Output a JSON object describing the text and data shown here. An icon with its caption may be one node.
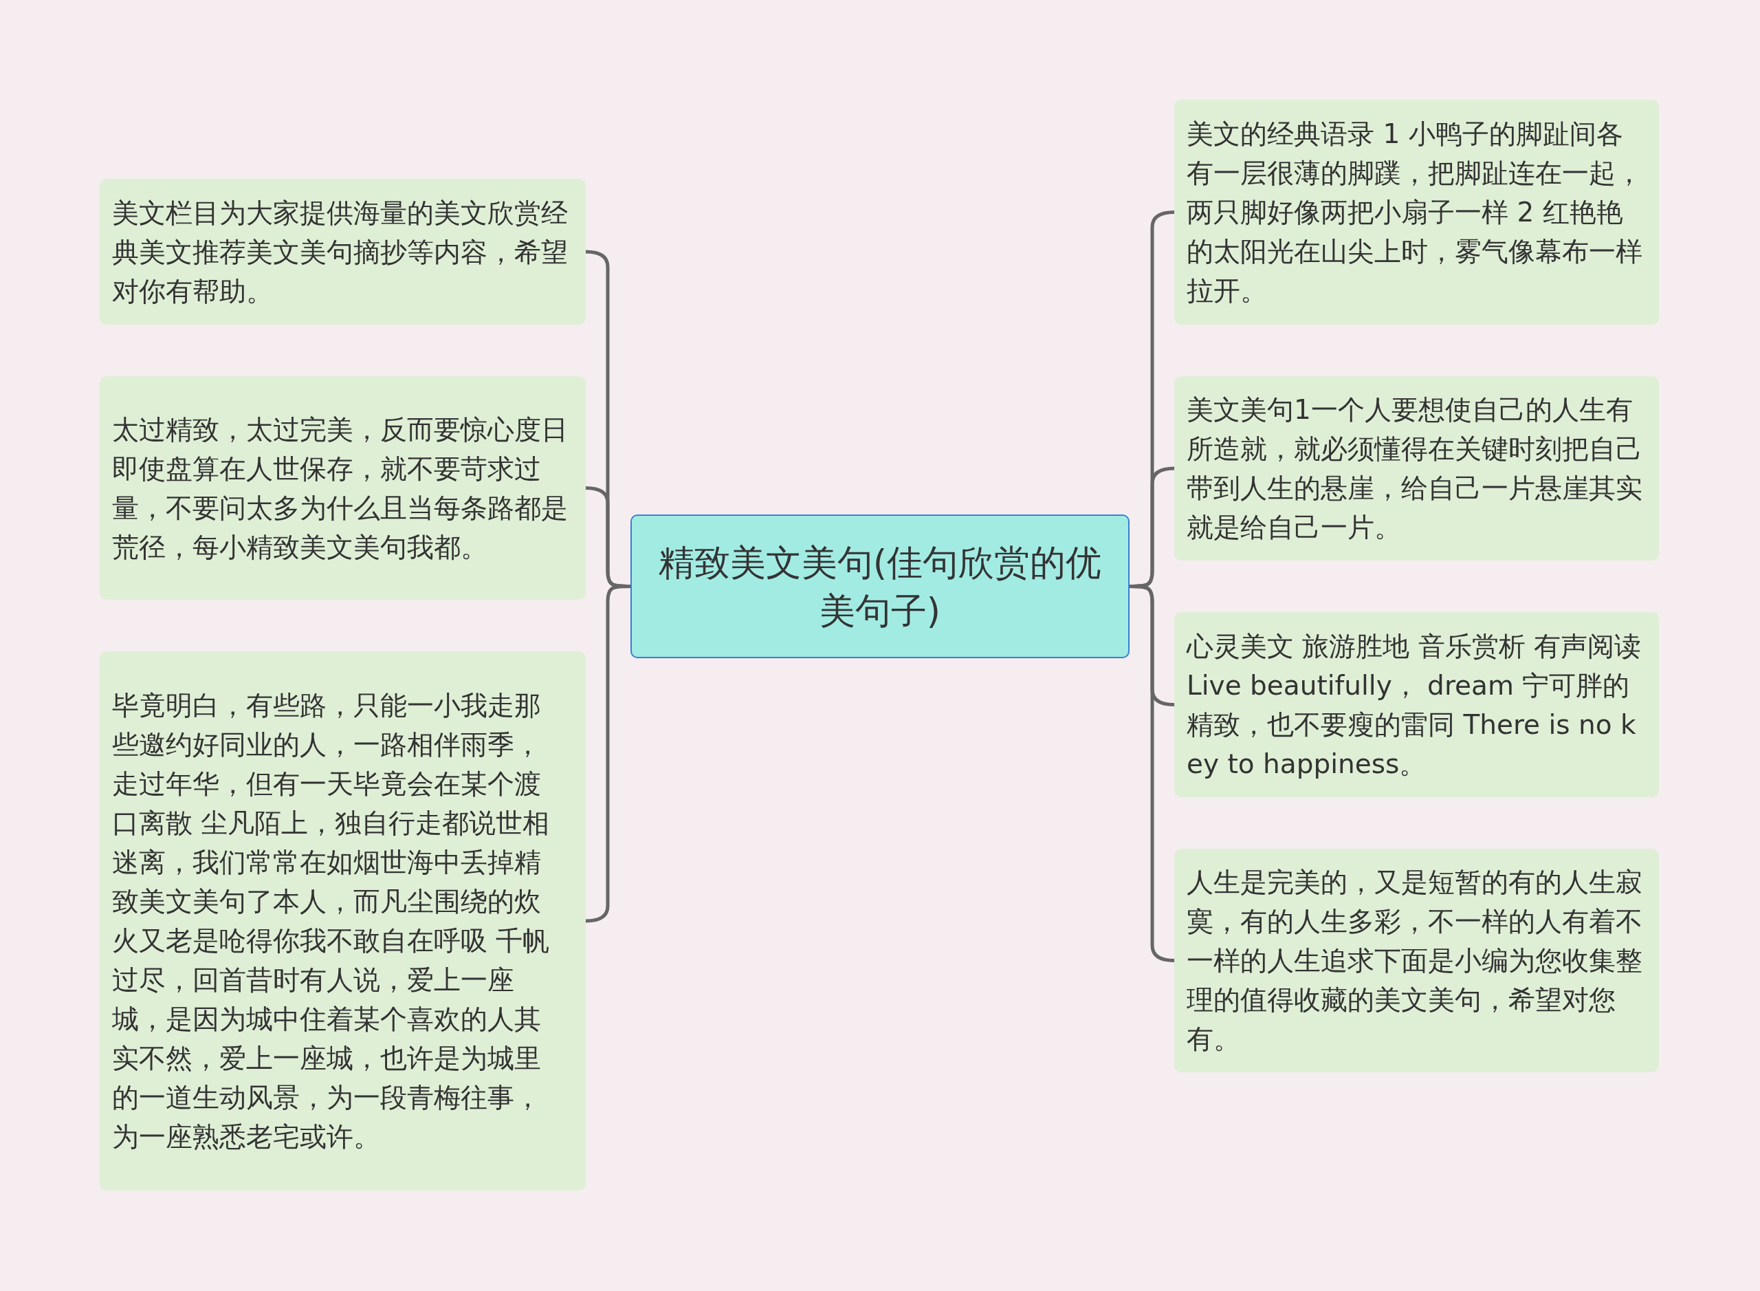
{
  "diagram": {
    "nodes": [
      {
        "text": [
          "精致美文美句(佳句欣赏的优美句子)"
        ]
      },
      {
        "text": [
          "美文栏目为大家提供海量的美文欣赏经典美文推荐美文美句摘抄等内容，希望对你有帮助。"
        ]
      },
      {
        "text": [
          "太过精致，太过完美，反而要惊心度日即使盘算在人世保存，就不要苛求过量，不要问太多为什么且当每条路都是荒径，每小精致美文美句我都。"
        ]
      },
      {
        "text": [
          "毕竟明白，有些路，只能一小我走那些邀约好同业的人，一路相伴雨季，走过年华，但有一天毕竟会在某个渡口离散 尘凡陌上，独自行走都说世相迷离，我们常常在如烟世海中丢掉精致美文美句了本人，而凡尘围绕的炊火又老是呛得你我不敢自在呼吸 千帆过尽，回首昔时有人说，爱上一座城，是因为城中住着某个喜欢的人其实不然，爱上一座城，也许是为城里的一道生动风景，为一段青梅往事，为一座熟悉老宅或许。"
        ]
      },
      {
        "text": [
          "美文的经典语录 1 小鸭子的脚趾间各有一层很薄的脚蹼，把脚趾连在一起，两只脚好像两把小扇子一样 2 红艳艳的太阳光在山尖上时，雾气像幕布一样拉开。"
        ]
      },
      {
        "text": [
          "美文美句1一个人要想使自己的人生有所造就，就必须懂得在关键时刻把自己带到人生的悬崖，给自己一片悬崖其实就是给自己一片。"
        ]
      },
      {
        "text": [
          "心灵美文 旅游胜地 音乐赏析 有声阅读Live beautifully， dream 宁可胖的精致，也不要瘦的雷同 There is no key to happiness。"
        ]
      },
      {
        "text": [
          "人生是完美的，又是短暂的有的人生寂寞，有的人生多彩，不一样的人有着不一样的人生追求下面是小编为您收集整理的值得收藏的美文美句，希望对您有。"
        ]
      }
    ],
    "edges": [
      {
        "from": 0,
        "to": 1,
        "arrow": "none"
      },
      {
        "from": 0,
        "to": 2,
        "arrow": "none"
      },
      {
        "from": 0,
        "to": 3,
        "arrow": "none"
      },
      {
        "from": 0,
        "to": 4,
        "arrow": "none"
      },
      {
        "from": 0,
        "to": 5,
        "arrow": "none"
      },
      {
        "from": 0,
        "to": 6,
        "arrow": "none"
      },
      {
        "from": 0,
        "to": 7,
        "arrow": "none"
      }
    ]
  }
}
